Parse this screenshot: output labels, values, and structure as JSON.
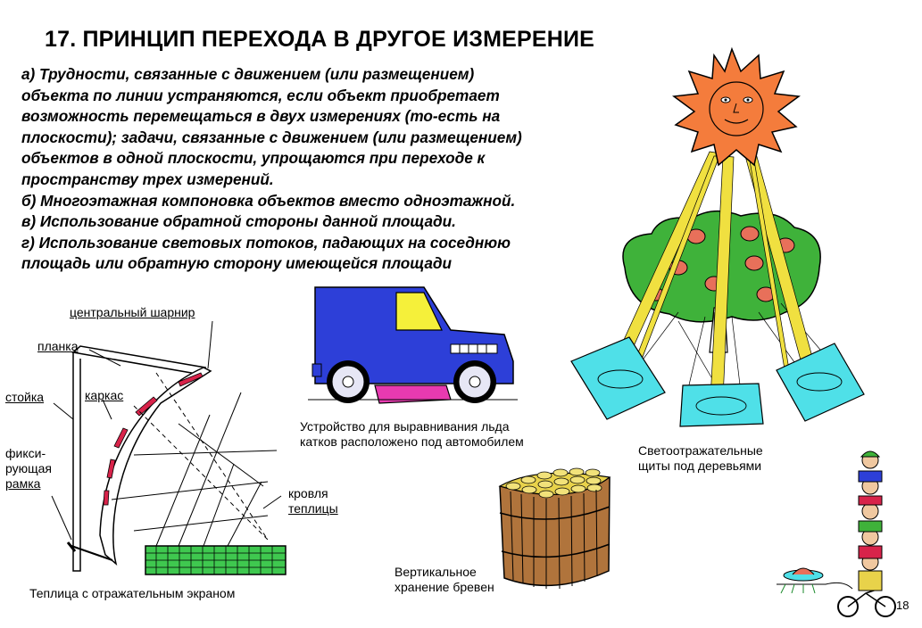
{
  "title": "17. ПРИНЦИП ПЕРЕХОДА В ДРУГОЕ ИЗМЕРЕНИЕ",
  "paragraphs": [
    "а) Трудности, связанные с движением (или размещением)",
    "объекта по линии устраняются, если объект приобретает",
    "возможность перемещаться в двух измерениях (то-есть на",
    "плоскости); задачи, связанные с движением (или размещением)",
    "объектов в одной плоскости, упрощаются при переходе к",
    "пространству трех измерений.",
    "б) Многоэтажная компоновка объектов вместо одноэтажной.",
    "в) Использование обратной стороны данной площади.",
    "г) Использование световых потоков, падающих на соседнюю",
    "площадь или обратную сторону имеющейся площади"
  ],
  "greenhouse": {
    "central_hinge": "центральный шарнир",
    "plank": "планка",
    "post": "стойка",
    "frame": "каркас",
    "fixing_frame": [
      "фикси-",
      "рующая",
      "рамка"
    ],
    "roof": [
      "кровля",
      "теплицы"
    ],
    "caption": "Теплица с отражательным экраном"
  },
  "car": {
    "caption": [
      "Устройство для выравнивания  льда",
      "катков расположено под автомобилем"
    ]
  },
  "logs": {
    "caption": [
      "Вертикальное",
      "хранение бревен"
    ]
  },
  "trees": {
    "caption": [
      "Светоотражательные",
      "щиты под деревьями"
    ]
  },
  "page_number": "18",
  "colors": {
    "sun": "#f47c3c",
    "tree": "#3fb23a",
    "fruit": "#e8705a",
    "beam": "#f0e040",
    "shield": "#4fe0e8",
    "car_body": "#2d3fd8",
    "car_window": "#f5f03a",
    "greenhouse": "#3fc84f",
    "log": "#b0743c",
    "log_top": "#e8d24a",
    "reflector_red": "#d8234a"
  }
}
